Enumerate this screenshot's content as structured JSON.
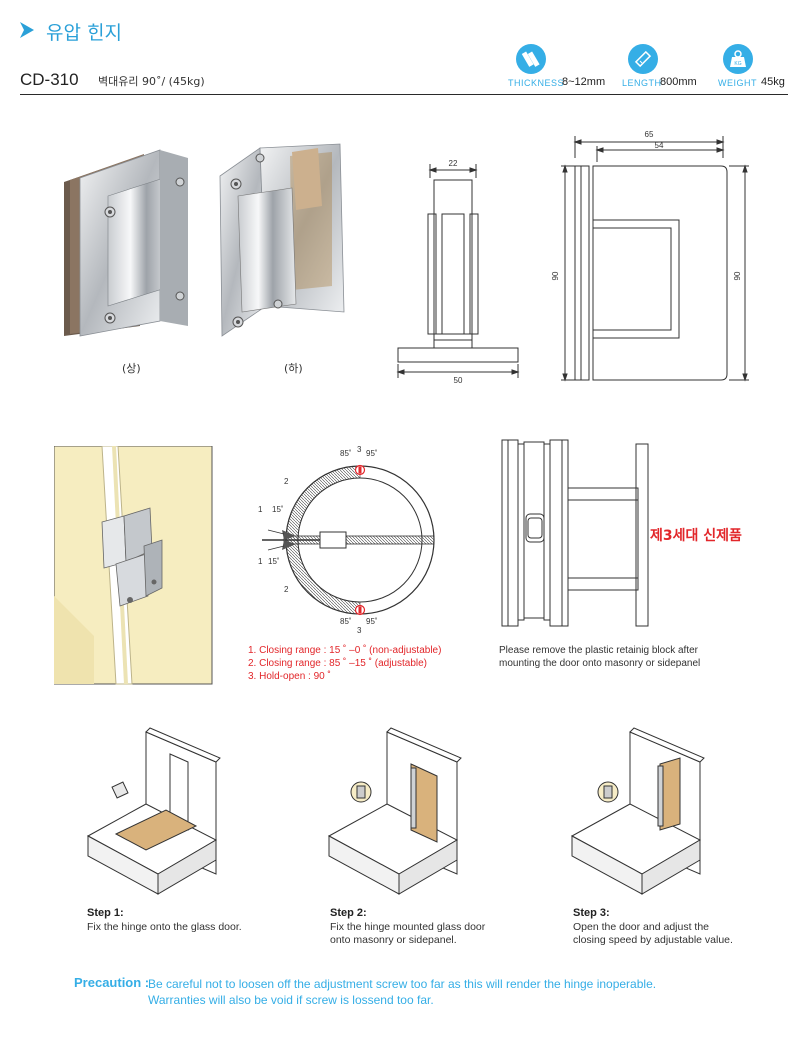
{
  "header": {
    "title": "유압 힌지",
    "model": "CD-310",
    "model_desc": "벽대유리 90˚/ (45kg)"
  },
  "specs": [
    {
      "label": "THICKNESS",
      "value": "8~12mm",
      "icon": "glass-thickness-icon"
    },
    {
      "label": "LENGTH",
      "value": "800mm",
      "icon": "ruler-icon"
    },
    {
      "label": "WEIGHT",
      "value": "45kg",
      "icon": "weight-icon"
    }
  ],
  "icon_badge_kg": "KG",
  "photos": {
    "top_caption": "(상)",
    "bottom_caption": "(하)"
  },
  "dims": {
    "front_width": "22",
    "front_height": "50",
    "side_total": "65",
    "side_inner": "54",
    "side_height_left": "90",
    "side_height_right": "90"
  },
  "dial": {
    "a85_top": "85˚",
    "a3_top": "3",
    "a95_top": "95˚",
    "n2_top": "2",
    "n1_top": "1",
    "a15_top": "15˚",
    "n1_bot": "1",
    "a15_bot": "15˚",
    "n2_bot": "2",
    "a85_bot": "85˚",
    "a95_bot": "95˚",
    "a3_bot": "3"
  },
  "notes": [
    "1. Closing range : 15 ˚ –0 ˚   (non-adjustable)",
    "2. Closing range : 85 ˚ –15 ˚ (adjustable)",
    "3. Hold-open : 90 ˚"
  ],
  "remove_note": [
    "Please remove the plastic retainig block after",
    "mounting the door onto masonry or sidepanel"
  ],
  "gen3_label": "제3세대 신제품",
  "steps": [
    {
      "title": "Step 1:",
      "lines": [
        "Fix the hinge onto the glass door."
      ]
    },
    {
      "title": "Step 2:",
      "lines": [
        "Fix the hinge mounted glass door",
        "onto masonry or sidepanel."
      ]
    },
    {
      "title": "Step 3:",
      "lines": [
        "Open the door and adjust the",
        "closing speed by adjustable value."
      ]
    }
  ],
  "precaution": {
    "label": "Precaution :",
    "lines": [
      "Be careful not to loosen off the adjustment screw too far as this will render the hinge inoperable.",
      "Warranties will also be void if screw is lossend too far."
    ]
  },
  "colors": {
    "accent": "#35aee6",
    "title": "#2aa0d8",
    "warning": "#e2262a",
    "wood": "#d9b27c",
    "wall": "#f5ebbd"
  }
}
